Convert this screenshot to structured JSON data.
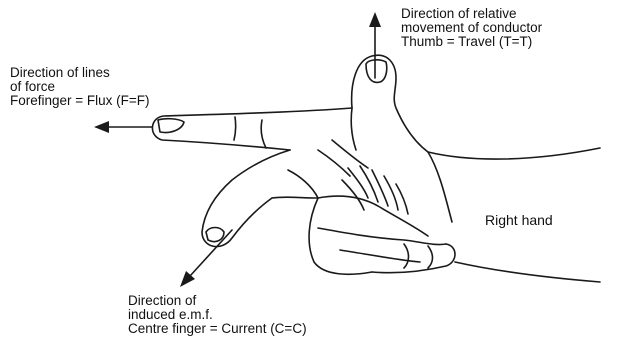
{
  "diagram": {
    "hand_label": "Right hand",
    "thumb": {
      "line1": "Direction of relative",
      "line2": "movement of conductor",
      "line3": "Thumb = Travel (T=T)"
    },
    "forefinger": {
      "line1": "Direction of lines",
      "line2": "of force",
      "line3": "Forefinger = Flux (F=F)"
    },
    "centre_finger": {
      "line1": "Direction of",
      "line2": "induced e.m.f.",
      "line3": "Centre finger = Current (C=C)"
    }
  }
}
